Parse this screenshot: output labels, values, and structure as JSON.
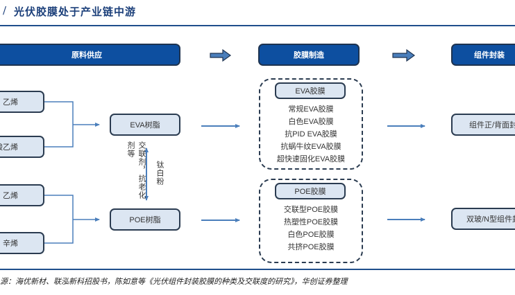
{
  "title": {
    "mark": "/",
    "text": "光伏胶膜处于产业链中游"
  },
  "stages": {
    "raw_supply": "原料供应",
    "film_manufacturing": "胶膜制造",
    "module_encapsulation": "组件封装"
  },
  "raw_materials": {
    "eva_inputs": [
      "乙烯",
      "醋酸乙烯"
    ],
    "poe_inputs": [
      "乙烯",
      "辛烯"
    ]
  },
  "resins": {
    "eva": "EVA树脂",
    "poe": "POE树脂"
  },
  "additives": {
    "left": "交联剂，抗老化剂等",
    "right": "钛白粉"
  },
  "eva_film": {
    "header": "EVA胶膜",
    "items": [
      "常规EVA胶膜",
      "白色EVA胶膜",
      "抗PID EVA胶膜",
      "抗蜗牛纹EVA胶膜",
      "超快速固化EVA胶膜"
    ]
  },
  "poe_film": {
    "header": "POE胶膜",
    "items": [
      "交联型POE胶膜",
      "热塑性POE胶膜",
      "白色POE胶膜",
      "共挤POE胶膜"
    ]
  },
  "modules": {
    "top": "组件正/背面封装",
    "bottom": "双玻/N型组件封装"
  },
  "footer": {
    "source": "源：海优新材、联泓新科招股书，陈如意等《光伏组件封装胶膜的种类及交联度的研究》，华创证券整理"
  },
  "colors": {
    "header_fill": "#0d4fa0",
    "node_fill": "#dce6f2",
    "arrow": "#4a7ebb",
    "outline": "#2a3b50"
  }
}
